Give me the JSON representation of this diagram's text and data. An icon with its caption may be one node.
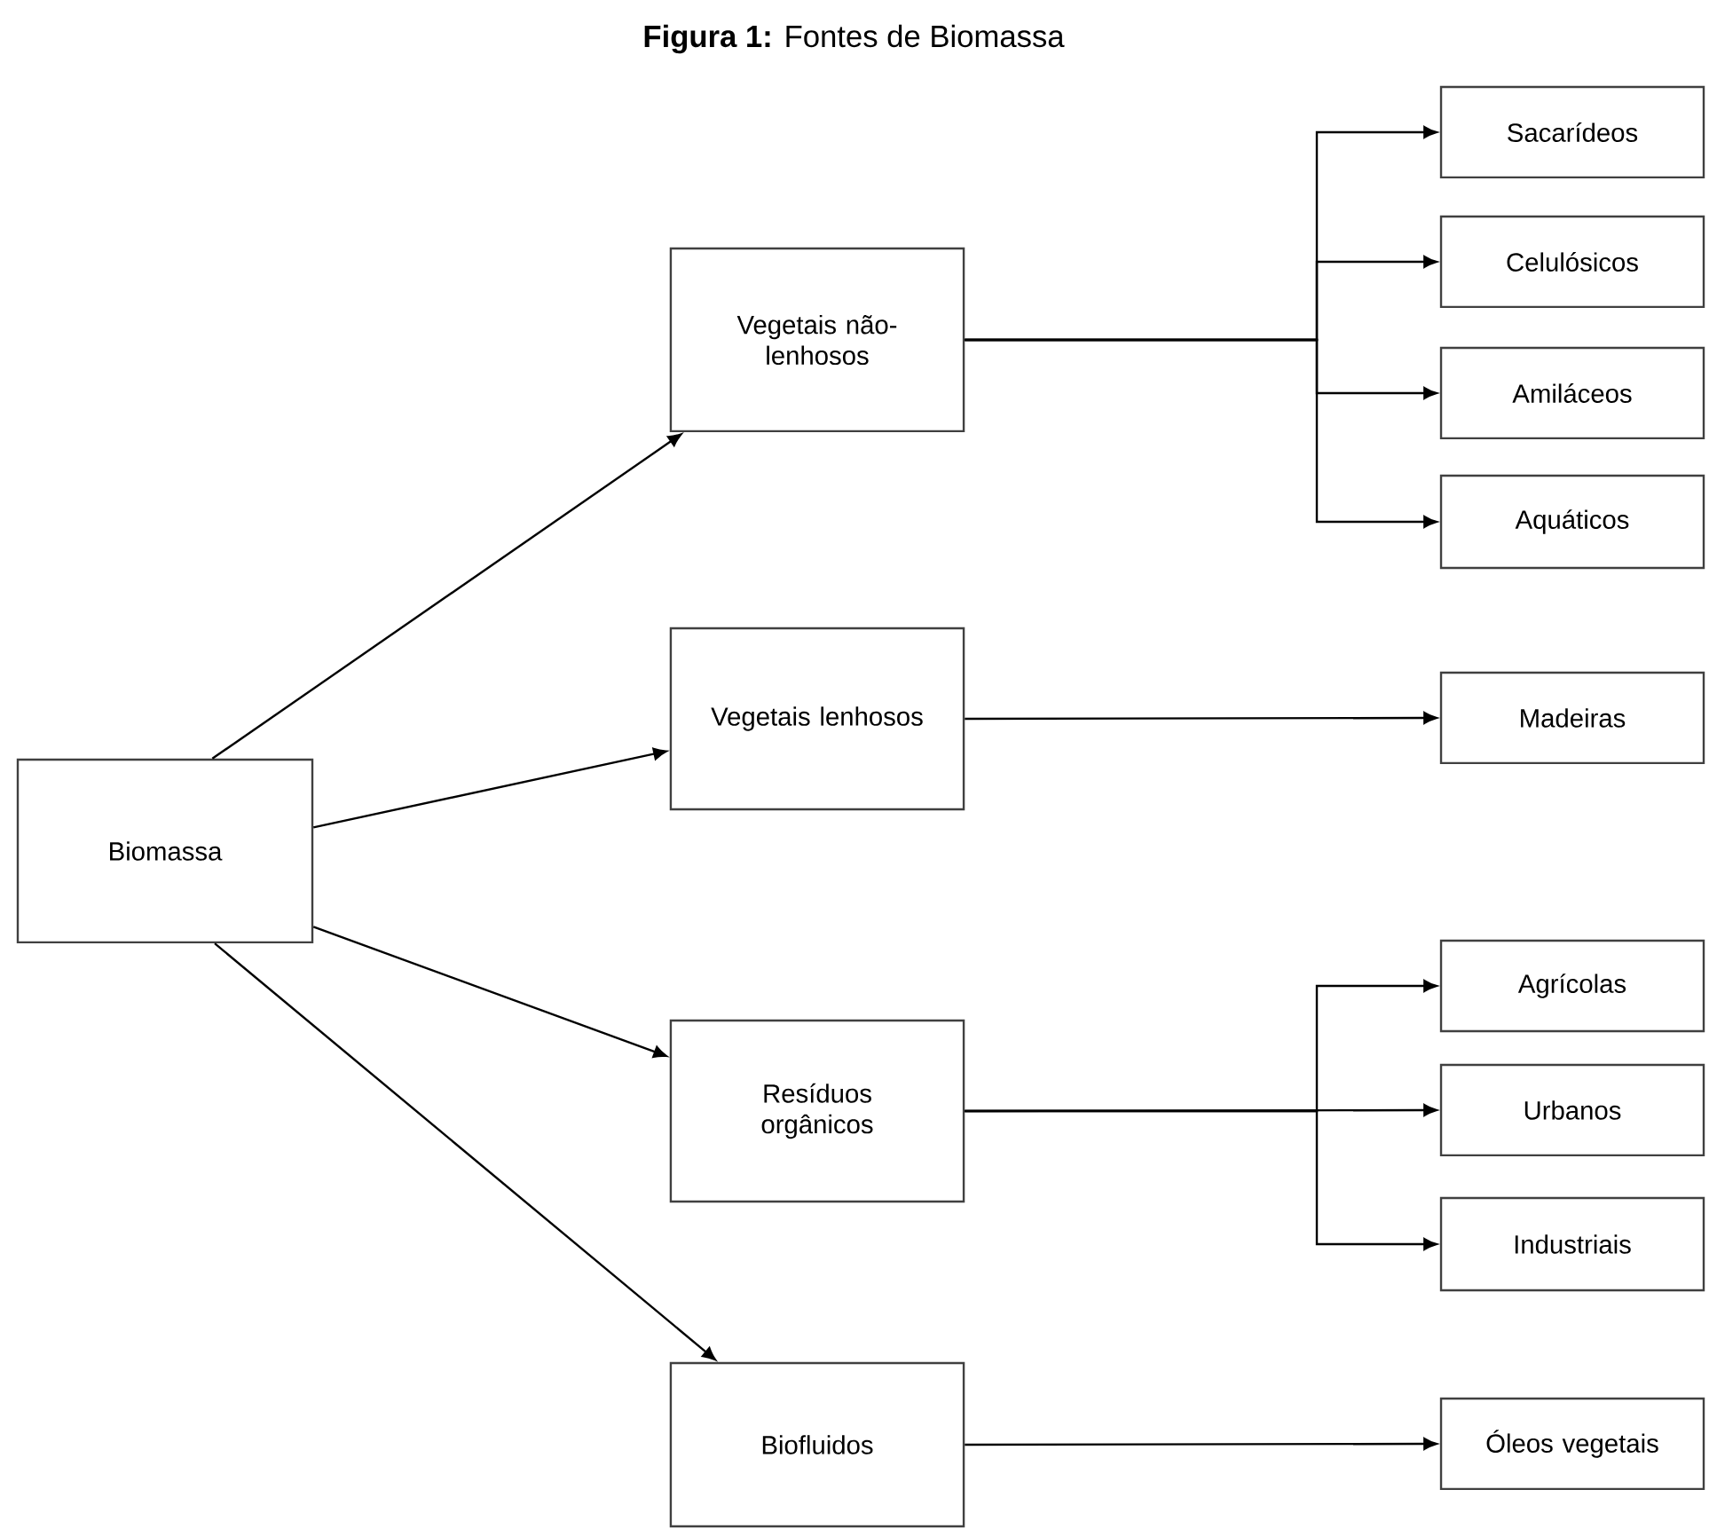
{
  "diagram": {
    "title": "**Figura 1:** Fontes de Biomassa",
    "nodes": [
      {
        "text": [
          "Biomassa"
        ]
      },
      {
        "text": [
          "Vegetais não-lenhosos"
        ]
      },
      {
        "text": [
          "Vegetais lenhosos"
        ]
      },
      {
        "text": [
          "Resíduos orgânicos"
        ]
      },
      {
        "text": [
          "Biofluidos"
        ]
      },
      {
        "text": [
          "Sacarídeos"
        ]
      },
      {
        "text": [
          "Celulósicos"
        ]
      },
      {
        "text": [
          "Amiláceos"
        ]
      },
      {
        "text": [
          "Aquáticos"
        ]
      },
      {
        "text": [
          "Madeiras"
        ]
      },
      {
        "text": [
          "Agrícolas"
        ]
      },
      {
        "text": [
          "Urbanos"
        ]
      },
      {
        "text": [
          "Industriais"
        ]
      },
      {
        "text": [
          "Óleos vegetais"
        ]
      }
    ],
    "edges": [
      {
        "from": 0,
        "to": 1,
        "arrow": "to"
      },
      {
        "from": 0,
        "to": 2,
        "arrow": "to"
      },
      {
        "from": 0,
        "to": 3,
        "arrow": "to"
      },
      {
        "from": 0,
        "to": 4,
        "arrow": "to"
      },
      {
        "from": 1,
        "to": 5,
        "arrow": "to"
      },
      {
        "from": 1,
        "to": 6,
        "arrow": "to"
      },
      {
        "from": 1,
        "to": 7,
        "arrow": "to"
      },
      {
        "from": 1,
        "to": 8,
        "arrow": "to"
      },
      {
        "from": 2,
        "to": 9,
        "arrow": "to"
      },
      {
        "from": 3,
        "to": 10,
        "arrow": "to"
      },
      {
        "from": 3,
        "to": 11,
        "arrow": "to"
      },
      {
        "from": 3,
        "to": 12,
        "arrow": "to"
      },
      {
        "from": 4,
        "to": 13,
        "arrow": "to"
      }
    ]
  }
}
